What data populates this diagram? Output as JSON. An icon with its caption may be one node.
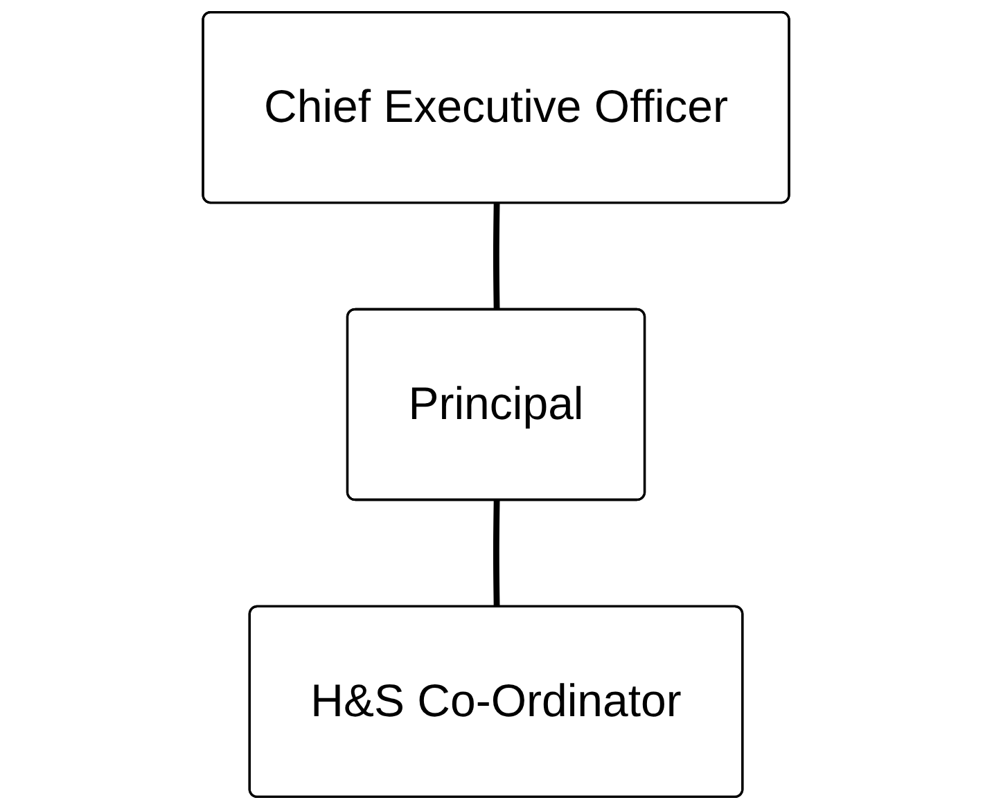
{
  "diagram": {
    "nodes": [
      {
        "text": [
          "Chief Executive Officer"
        ]
      },
      {
        "text": [
          "Principal"
        ]
      },
      {
        "text": [
          "H&S Co-Ordinator"
        ]
      }
    ],
    "edges": [
      {
        "from": 0,
        "to": 1,
        "arrow": "none"
      },
      {
        "from": 1,
        "to": 2,
        "arrow": "none"
      }
    ]
  }
}
